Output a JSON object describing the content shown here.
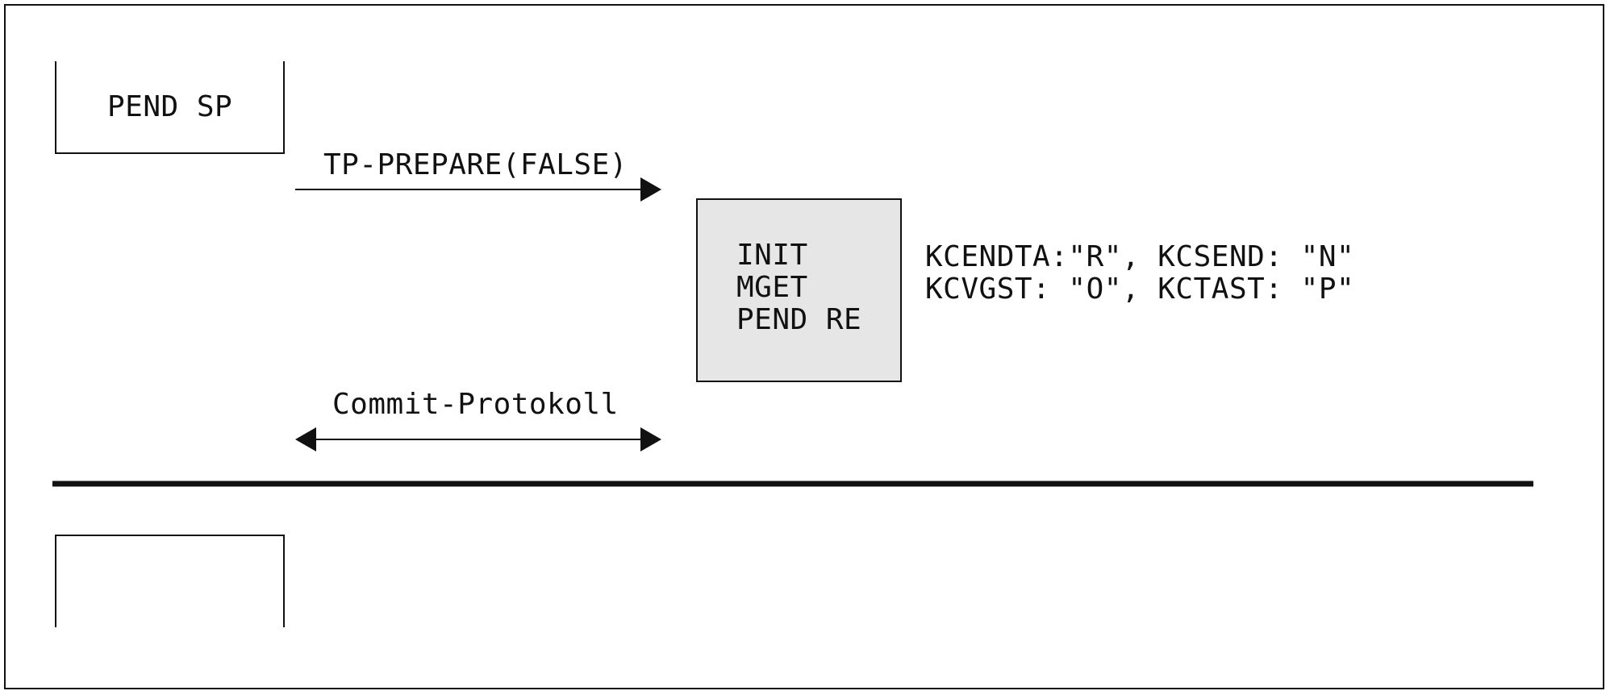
{
  "diagram": {
    "top_box_label": "PEND SP",
    "prepare_message": "TP-PREPARE(FALSE)",
    "status_box_lines": [
      "INIT",
      "MGET",
      "PEND RE"
    ],
    "status_vars": [
      "KCENDTA:\"R\", KCSEND: \"N\"",
      "KCVGST: \"O\", KCTAST: \"P\""
    ],
    "commit_message": "Commit-Protokoll",
    "colors": {
      "line": "#111111",
      "status_box_fill": "#e6e6e6",
      "background": "#ffffff"
    }
  }
}
